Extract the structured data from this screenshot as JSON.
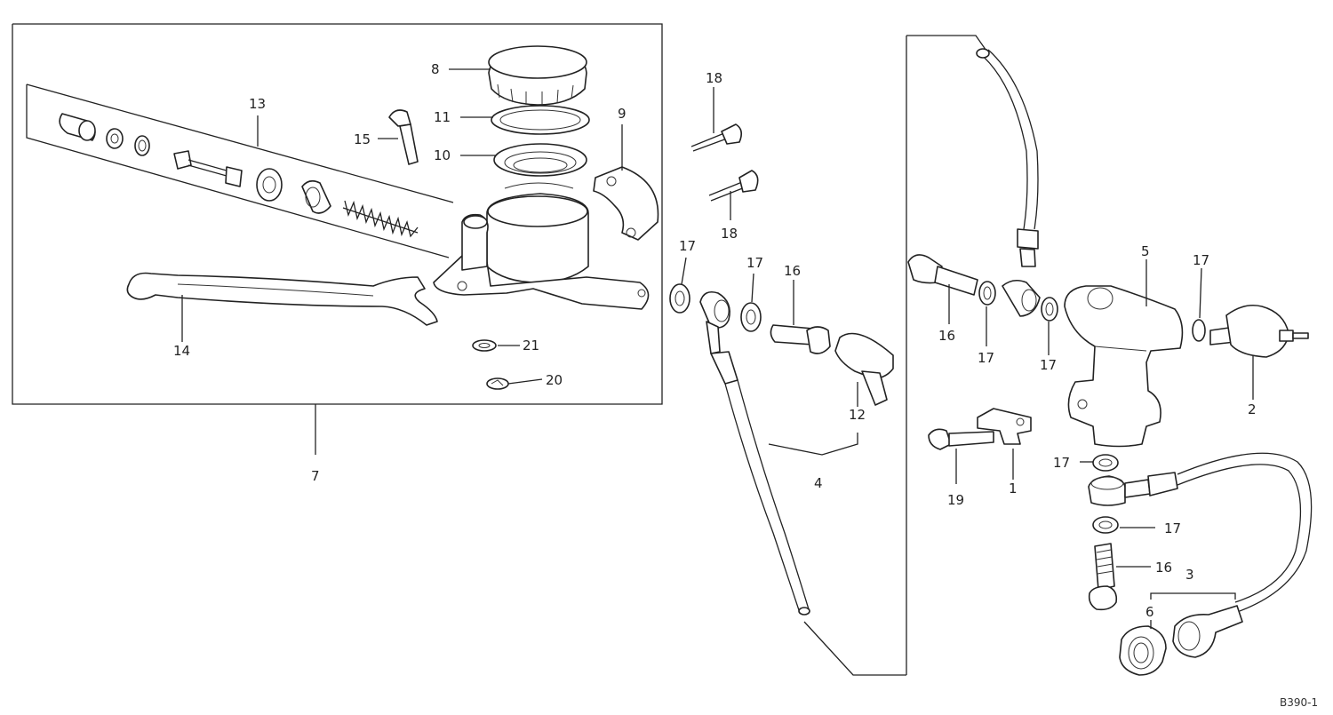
{
  "labels": {
    "l1": "1",
    "l2": "2",
    "l3": "3",
    "l4": "4",
    "l5": "5",
    "l6": "6",
    "l7": "7",
    "l8": "8",
    "l9": "9",
    "l10": "10",
    "l11": "11",
    "l12": "12",
    "l13": "13",
    "l14": "14",
    "l15": "15",
    "l16": "16",
    "l17": "17",
    "l18": "18",
    "l19": "19",
    "l20": "20",
    "l21": "21"
  },
  "drawing_code": "B390-1"
}
